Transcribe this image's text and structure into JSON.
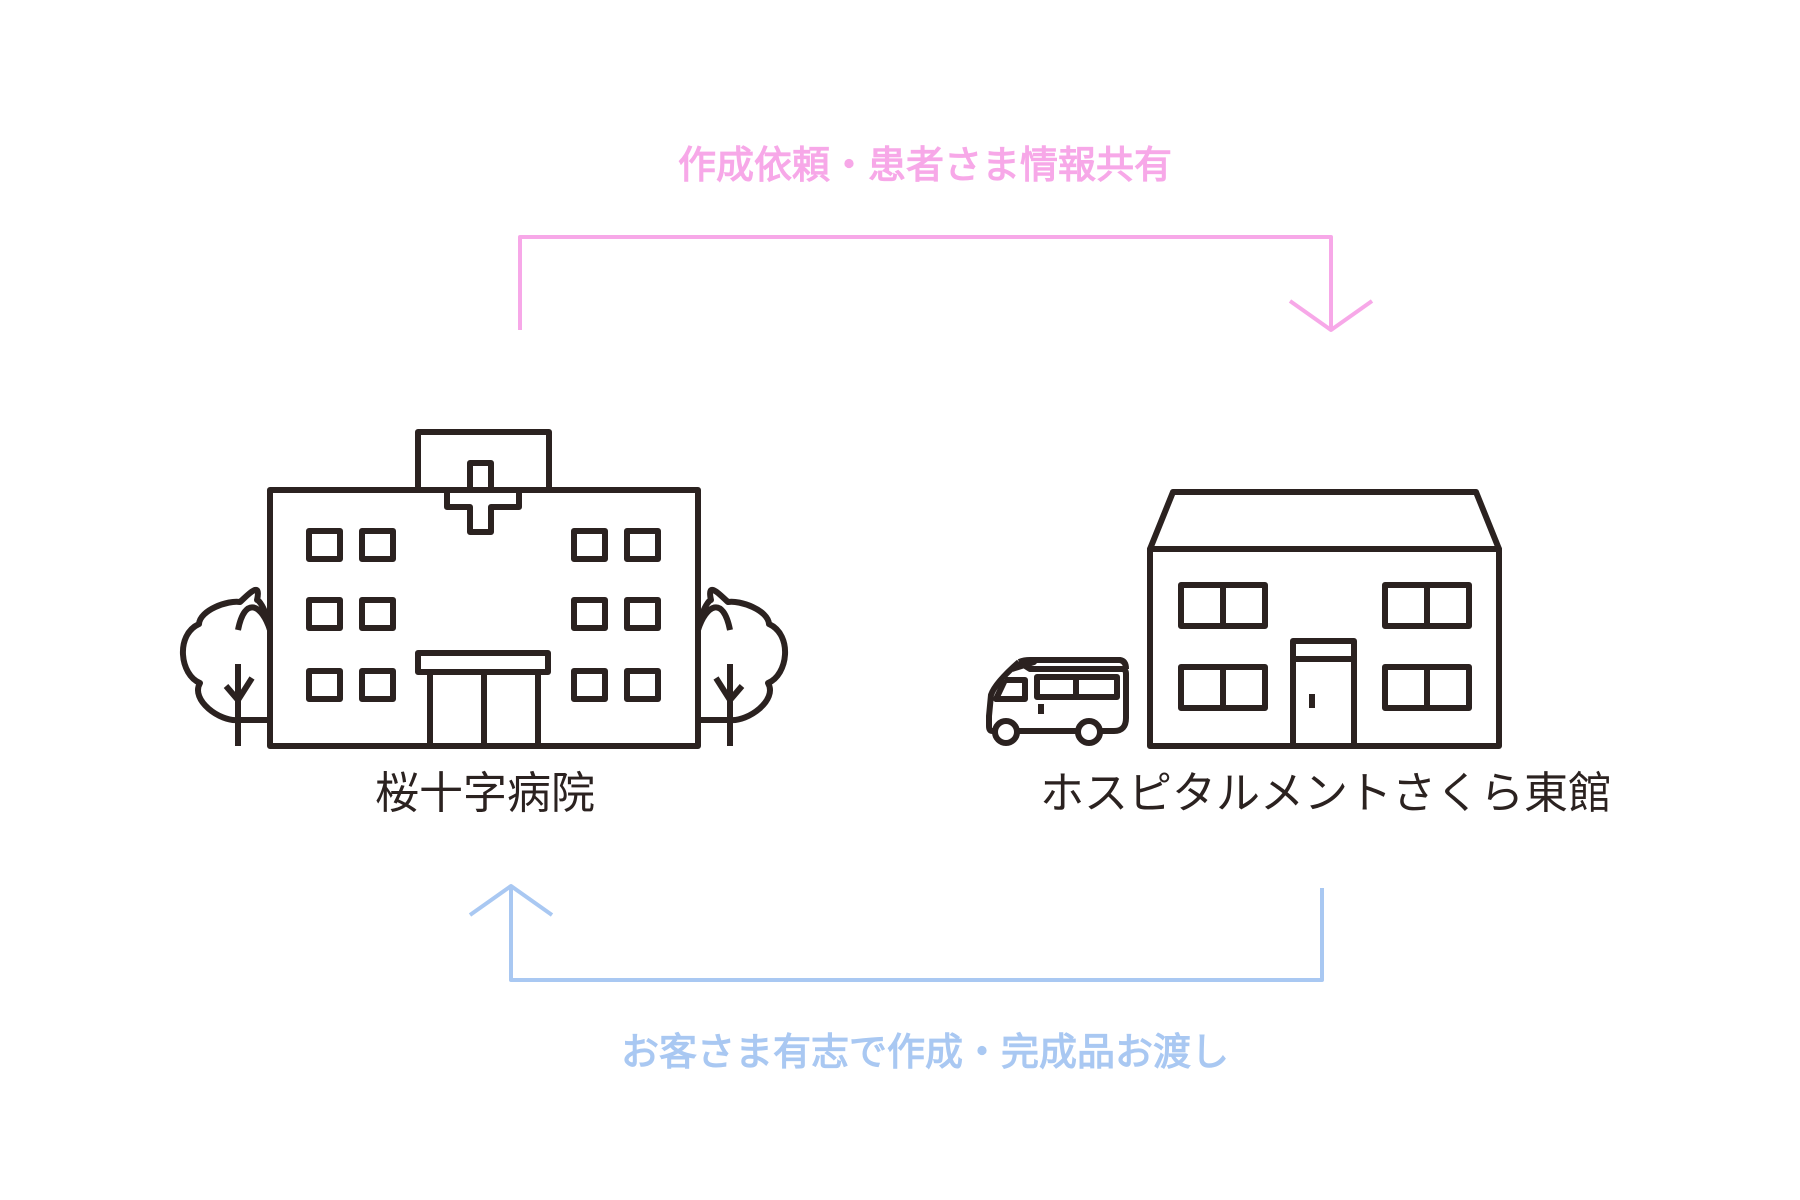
{
  "flows": {
    "top": {
      "label": "作成依頼・患者さま情報共有",
      "color": "#f7a8e8"
    },
    "bottom": {
      "label": "お客さま有志で作成・完成品お渡し",
      "color": "#a9c8f2"
    }
  },
  "places": {
    "hospital": {
      "label": "桜十字病院",
      "icon": "hospital-icon"
    },
    "residence": {
      "label": "ホスピタルメントさくら東館",
      "icon": "house-icon"
    }
  },
  "colors": {
    "ink": "#2b2220",
    "background": "#ffffff"
  }
}
